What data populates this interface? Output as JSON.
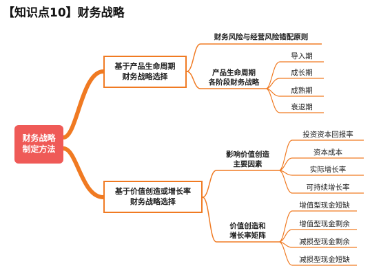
{
  "title": "【知识点10】财务战略",
  "root": "财务战略\n制定方法",
  "branches": [
    {
      "label": "基于产品生命周期\n财务战略选择",
      "children": [
        {
          "label": "财务风险与经营风险错配原则",
          "children": []
        },
        {
          "label": "产品生命周期\n各阶段财务战略",
          "children": [
            "导入期",
            "成长期",
            "成熟期",
            "衰退期"
          ]
        }
      ]
    },
    {
      "label": "基于价值创造或增长率\n财务战略选择",
      "children": [
        {
          "label": "影响价值创造\n主要因素",
          "children": [
            "投资资本回报率",
            "资本成本",
            "实际增长率",
            "可持续增长率"
          ]
        },
        {
          "label": "价值创造和\n增长率矩阵",
          "children": [
            "增值型现金短缺",
            "增值型现金剩余",
            "减损型现金剩余",
            "减损型现金短缺"
          ]
        }
      ]
    }
  ],
  "colors": {
    "root": "#ef5a57",
    "branch": "#f07a22",
    "sub": "#8dc63f",
    "leaf": "#c8b48a"
  }
}
